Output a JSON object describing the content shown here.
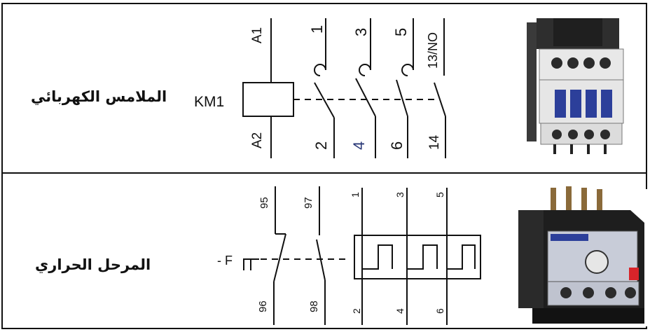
{
  "contactor": {
    "label_ar": "الملامس الكهربائي",
    "designation": "KM1",
    "coil_top": "A1",
    "coil_bottom": "A2",
    "top_terminals": [
      "1",
      "3",
      "5",
      "13/NO"
    ],
    "bottom_terminals": [
      "2",
      "4",
      "6",
      "14"
    ]
  },
  "thermal_relay": {
    "label_ar": "المرحل الحراري",
    "designation": "- F",
    "aux_top": [
      "95",
      "97"
    ],
    "aux_bottom": [
      "96",
      "98"
    ],
    "power_top": [
      "1",
      "3",
      "5"
    ],
    "power_bottom": [
      "2",
      "4",
      "6"
    ]
  },
  "colors": {
    "line": "#111111",
    "terminal_4": "#2b3a78",
    "contactor_body": "#2a2a2a",
    "contactor_blue": "#2c3f9a",
    "relay_body": "#1e1e1e",
    "relay_face": "#c8ccd8",
    "relay_red_button": "#d8242a"
  }
}
